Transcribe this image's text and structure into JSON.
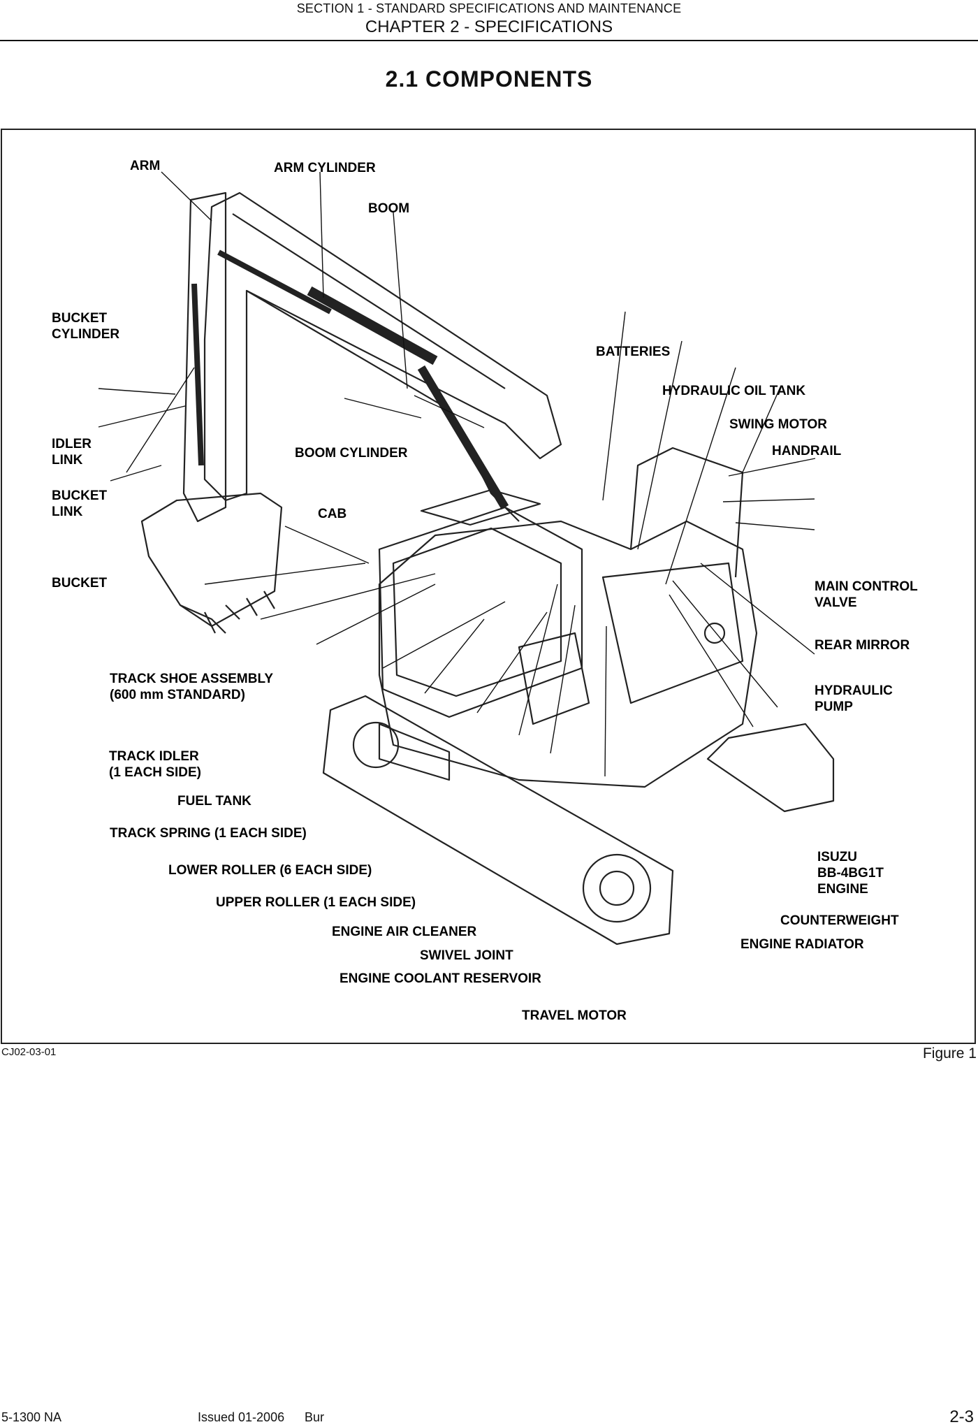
{
  "header": {
    "section": "SECTION 1 - STANDARD SPECIFICATIONS AND MAINTENANCE",
    "chapter": "CHAPTER 2 - SPECIFICATIONS"
  },
  "title": "2.1  COMPONENTS",
  "figure": {
    "labels": {
      "arm": "ARM",
      "arm_cylinder": "ARM CYLINDER",
      "boom": "BOOM",
      "bucket_cylinder": "BUCKET\nCYLINDER",
      "batteries": "BATTERIES",
      "hydraulic_oil_tank": "HYDRAULIC OIL TANK",
      "swing_motor": "SWING MOTOR",
      "handrail": "HANDRAIL",
      "idler_link": "IDLER\nLINK",
      "boom_cylinder": "BOOM CYLINDER",
      "bucket_link": "BUCKET\nLINK",
      "cab": "CAB",
      "bucket": "BUCKET",
      "main_control_valve": "MAIN CONTROL\nVALVE",
      "rear_mirror": "REAR MIRROR",
      "hydraulic_pump": "HYDRAULIC\nPUMP",
      "track_shoe_assembly": "TRACK SHOE ASSEMBLY\n(600 mm STANDARD)",
      "track_idler": "TRACK IDLER\n(1 EACH SIDE)",
      "fuel_tank": "FUEL TANK",
      "track_spring": "TRACK SPRING (1 EACH SIDE)",
      "lower_roller": "LOWER ROLLER (6 EACH SIDE)",
      "upper_roller": "UPPER ROLLER (1 EACH SIDE)",
      "engine_air_cleaner": "ENGINE AIR CLEANER",
      "swivel_joint": "SWIVEL JOINT",
      "engine_coolant_reservoir": "ENGINE COOLANT RESERVOIR",
      "travel_motor": "TRAVEL MOTOR",
      "isuzu_engine": "ISUZU\nBB-4BG1T\nENGINE",
      "counterweight": "COUNTERWEIGHT",
      "engine_radiator": "ENGINE RADIATOR"
    },
    "id": "CJ02-03-01",
    "caption": "Figure 1"
  },
  "footer": {
    "doc_number": "5-1300 NA",
    "issued": "Issued 01-2006",
    "author": "Bur",
    "page": "2-3"
  }
}
